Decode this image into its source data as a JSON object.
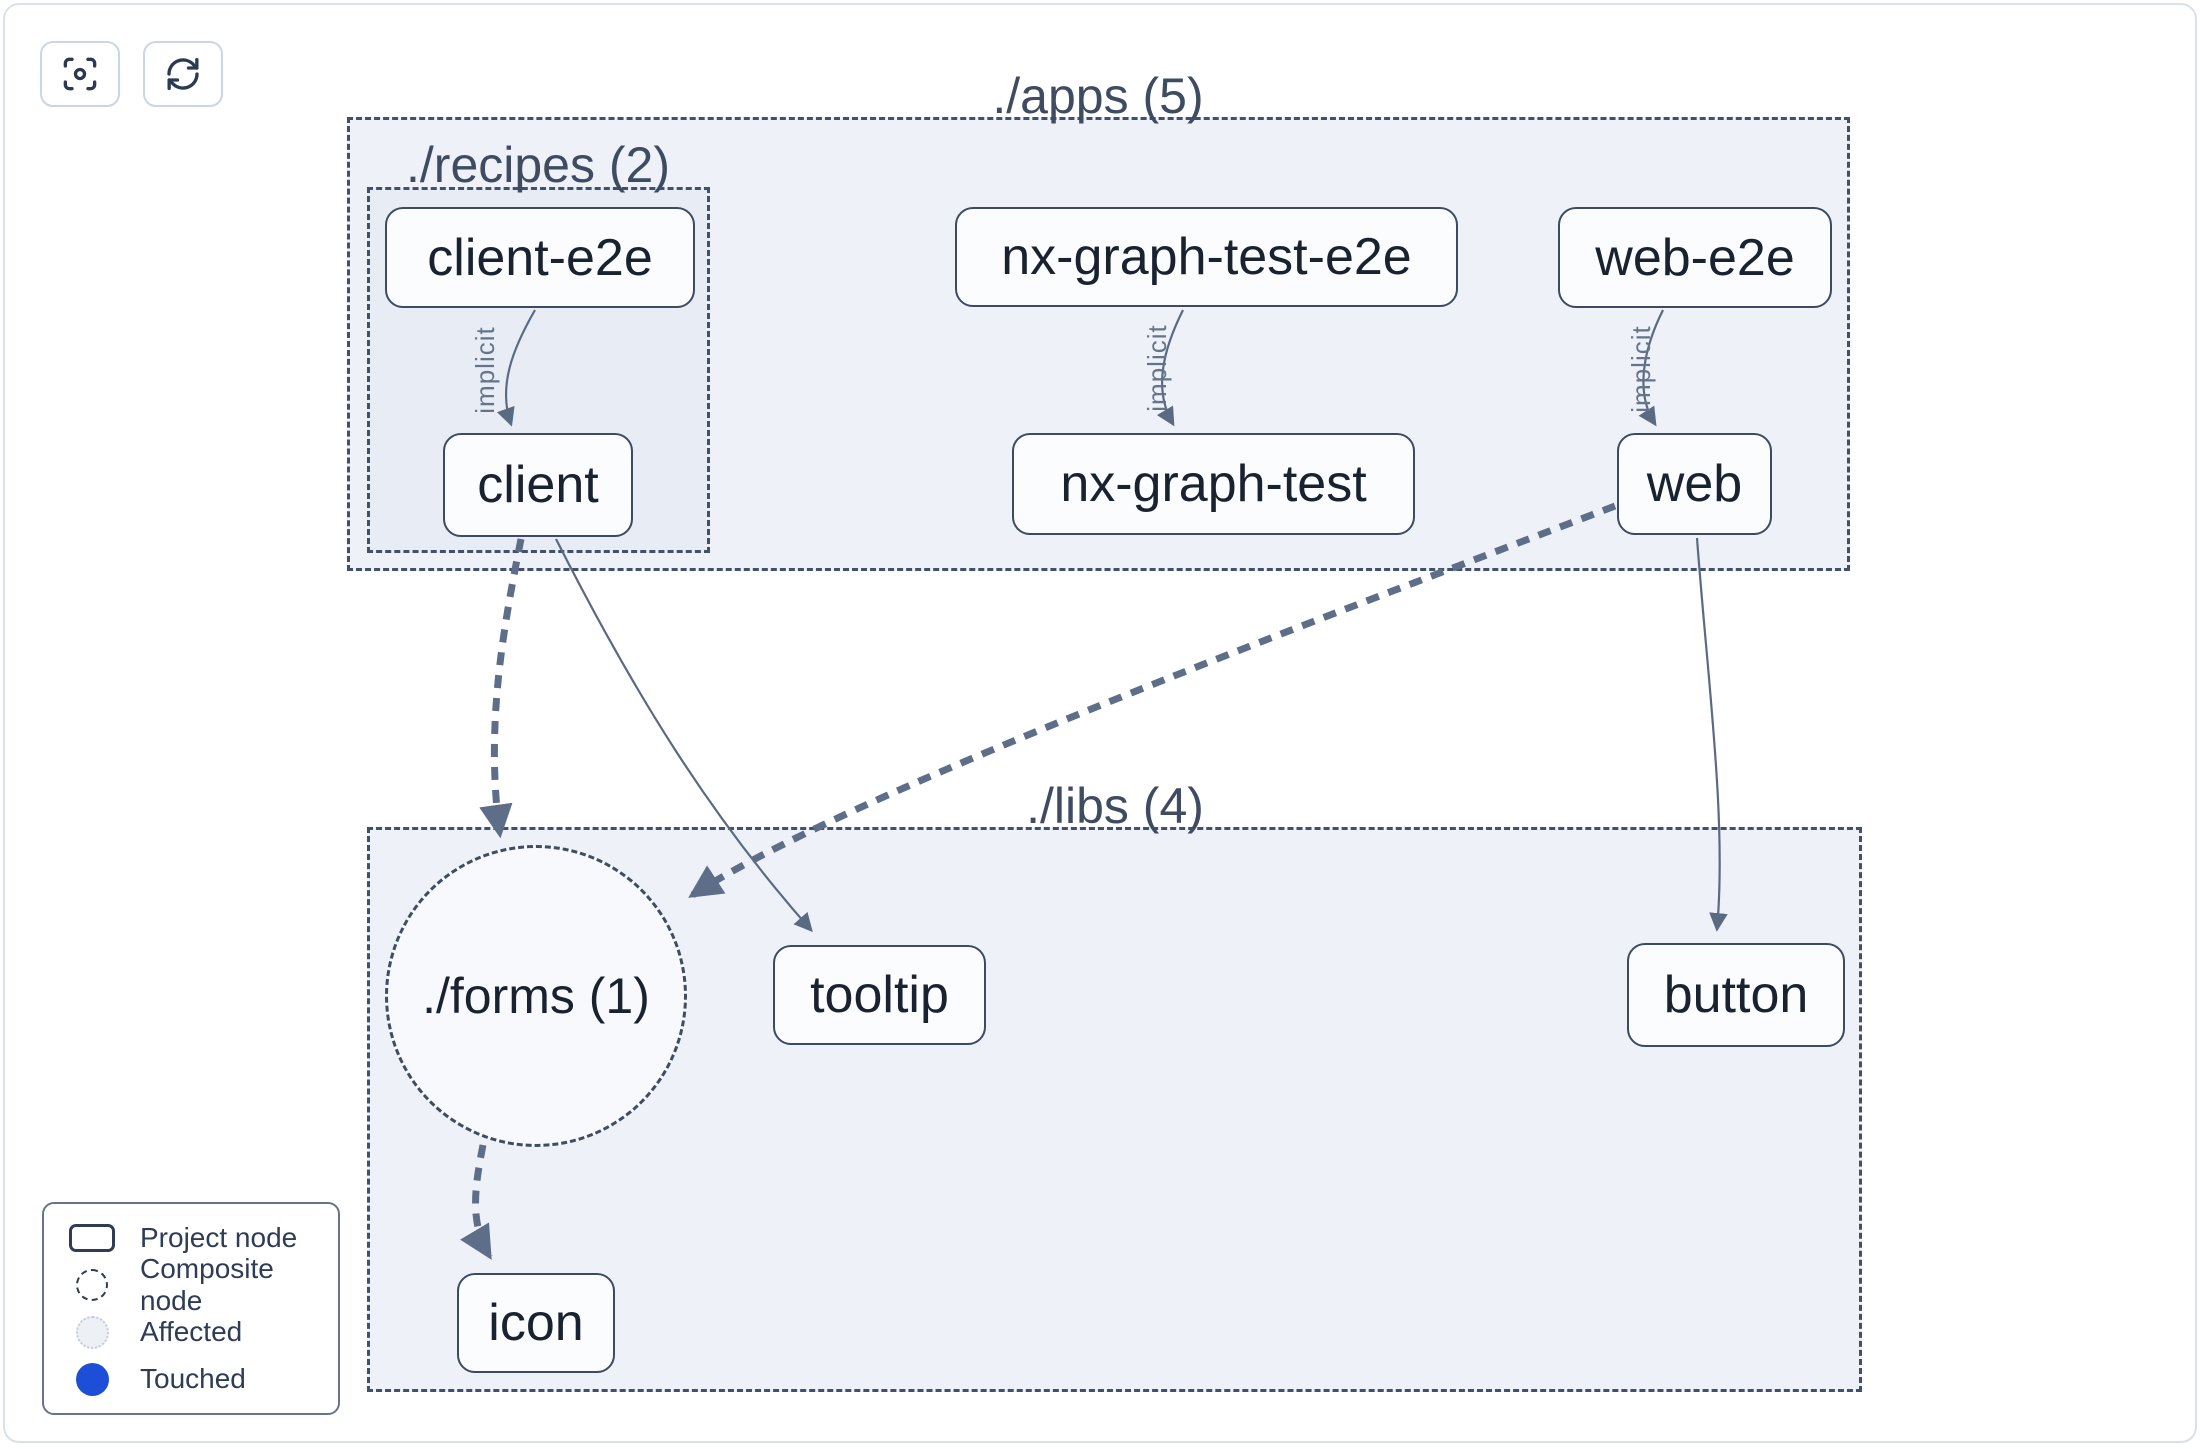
{
  "toolbar": {
    "buttons": [
      {
        "icon": "focus-icon"
      },
      {
        "icon": "refresh-icon"
      }
    ]
  },
  "graph": {
    "groups": {
      "apps": {
        "label": "./apps (5)"
      },
      "recipes": {
        "label": "./recipes (2)"
      },
      "libs": {
        "label": "./libs (4)"
      }
    },
    "nodes": {
      "client_e2e": "client-e2e",
      "client": "client",
      "nx_graph_test_e2e": "nx-graph-test-e2e",
      "nx_graph_test": "nx-graph-test",
      "web_e2e": "web-e2e",
      "web": "web",
      "forms": "./forms (1)",
      "tooltip": "tooltip",
      "button": "button",
      "icon": "icon"
    },
    "edges": [
      {
        "from": "client-e2e",
        "to": "client",
        "label": "implicit",
        "style": "thin-solid"
      },
      {
        "from": "nx-graph-test-e2e",
        "to": "nx-graph-test",
        "label": "implicit",
        "style": "thin-solid"
      },
      {
        "from": "web-e2e",
        "to": "web",
        "label": "implicit",
        "style": "thin-solid"
      },
      {
        "from": "client",
        "to": "./forms (1)",
        "label": "",
        "style": "thick-dashed"
      },
      {
        "from": "client",
        "to": "tooltip",
        "label": "",
        "style": "thin-solid"
      },
      {
        "from": "web",
        "to": "./forms (1)",
        "label": "",
        "style": "thick-dashed"
      },
      {
        "from": "web",
        "to": "button",
        "label": "",
        "style": "thin-solid"
      },
      {
        "from": "./forms (1)",
        "to": "icon",
        "label": "",
        "style": "thick-dashed"
      }
    ]
  },
  "legend": {
    "items": [
      {
        "symbol": "project-node-symbol",
        "label": "Project node"
      },
      {
        "symbol": "composite-node-symbol",
        "label": "Composite node"
      },
      {
        "symbol": "affected-symbol",
        "label": "Affected"
      },
      {
        "symbol": "touched-symbol",
        "label": "Touched"
      }
    ]
  },
  "colors": {
    "touched_blue": "#1d4ed8",
    "affected_fill": "#edf0f5",
    "group_fill": "#edf2f8",
    "group_border": "#42506a",
    "node_border": "#3d4a61",
    "node_text": "#1a2230",
    "edge": "#64748b",
    "label_text": "#3e4b61"
  }
}
